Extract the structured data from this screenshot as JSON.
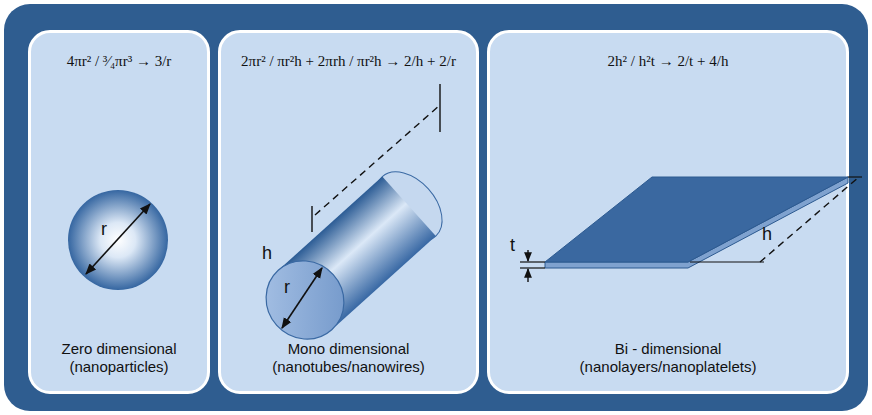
{
  "diagram": {
    "nodes": [
      {
        "text": [
          "4πr² / ³⁄₄πr³ → 3/r",
          "Zero dimensional (nanoparticles)"
        ]
      },
      {
        "text": [
          "2πr² / πr²h + 2πrh / πr²h → 2/h + 2/r",
          "Mono dimensional (nanotubes/nanowires)"
        ]
      },
      {
        "text": [
          "2h² / h²t → 2/t + 4/h",
          "Bi - dimensional (nanolayers/nanoplatelets)"
        ]
      }
    ],
    "labels": [
      "r",
      "h",
      "r",
      "t",
      "h"
    ]
  }
}
